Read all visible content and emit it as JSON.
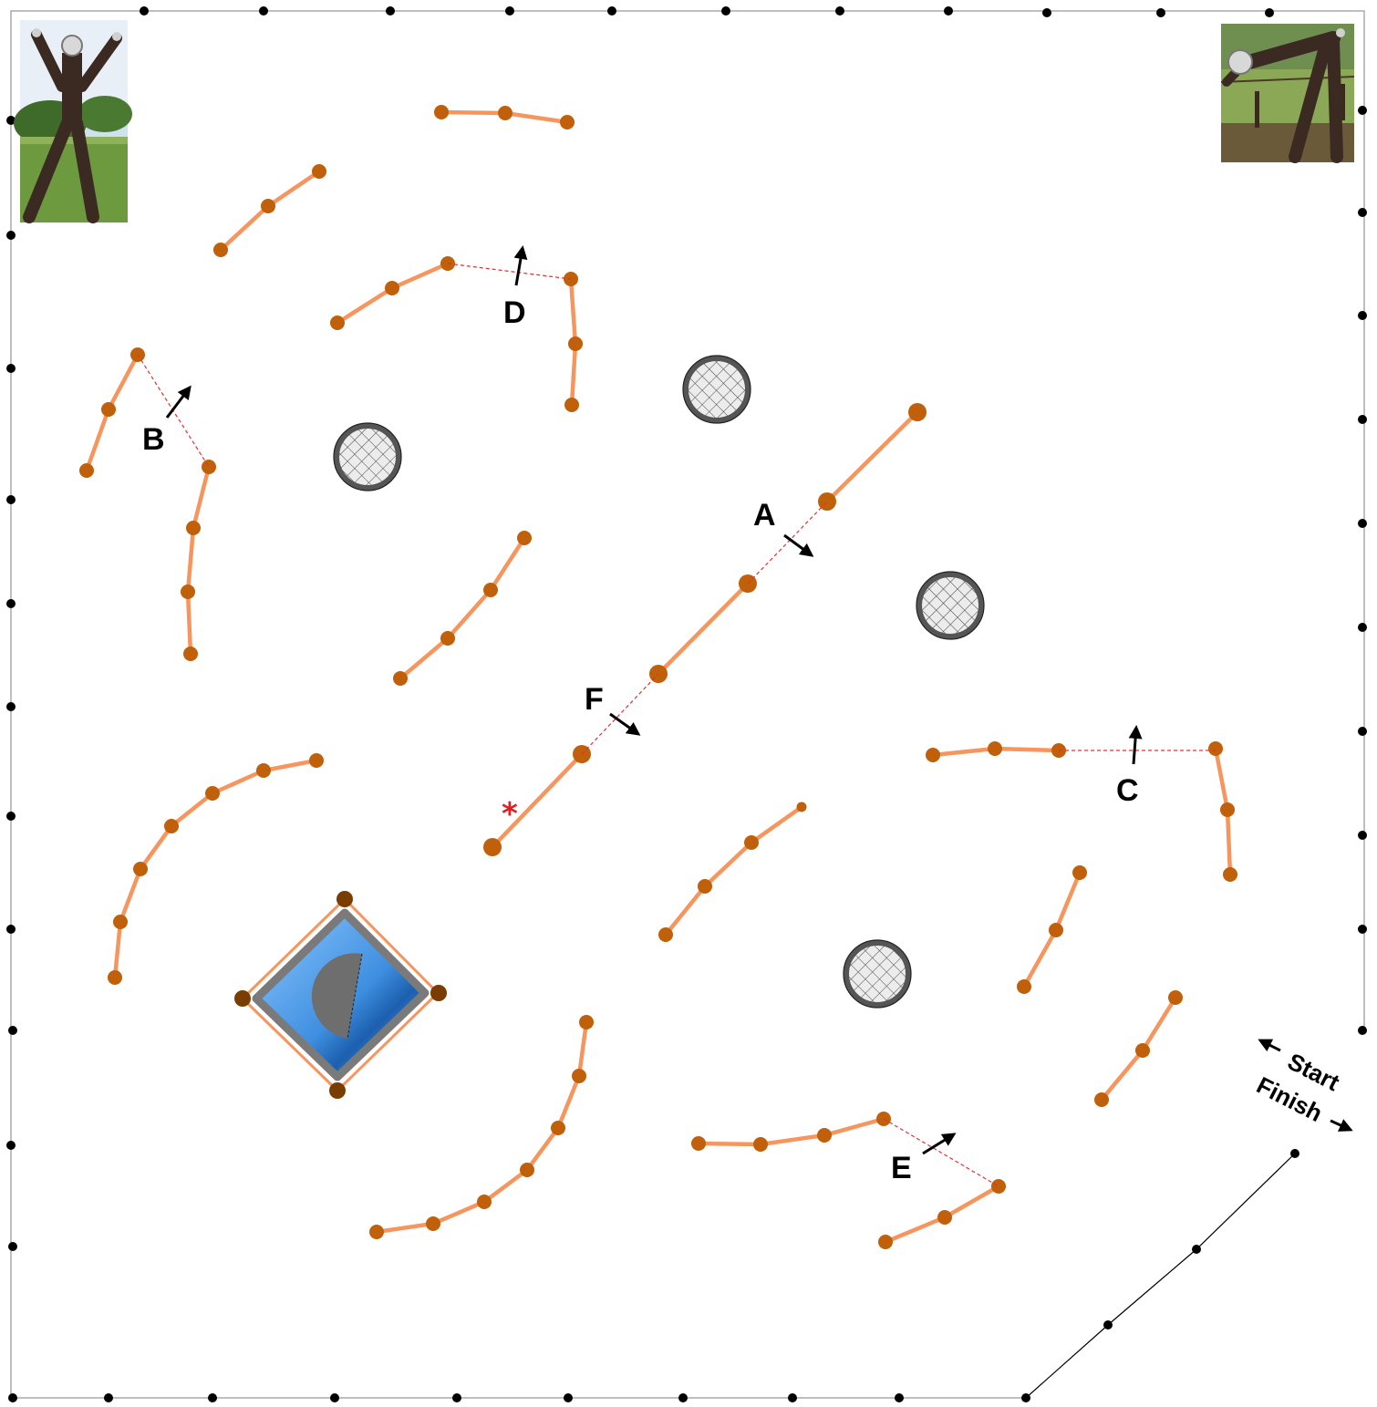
{
  "labels": {
    "a": "A",
    "b": "B",
    "c": "C",
    "d": "D",
    "e": "E",
    "f": "F",
    "start": "Start",
    "finish": "Finish",
    "star": "*"
  },
  "colors": {
    "background": "#ffffff",
    "boundary": "#aaaaaa",
    "boundary_post": "#000000",
    "fence_line": "#f7955e",
    "fence_post": "#c0600a",
    "fence_gap": "#e63030",
    "hurdle_fill": "#ececec",
    "hurdle_ring": "#555555",
    "pool_water": "#4a9de8",
    "pool_frame": "#7a7a7a",
    "pool_shade": "#6e6e6e",
    "marker_star": "#e02020",
    "arrow": "#000000"
  },
  "icons": {
    "top_left": "wooden-stick-figure-sculpture-image",
    "top_right": "bending-wooden-figure-sculpture-image",
    "hurdle": "crosshatch-hurdle-icon",
    "pool": "water-pool-icon"
  }
}
